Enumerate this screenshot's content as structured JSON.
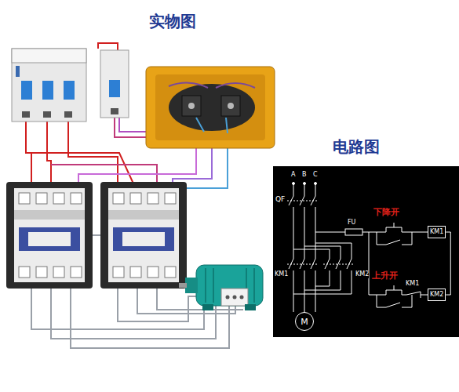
{
  "diagram": {
    "nodes": [
      {
        "text": [
          "KM1"
        ]
      },
      {
        "text": [
          "KM2"
        ]
      },
      {
        "text": [
          "M"
        ]
      }
    ],
    "edges": [
      {
        "from": 0,
        "to": 1,
        "arrow": "none"
      }
    ],
    "labels": [
      "实物图",
      "电路图",
      "QF",
      "A",
      "B",
      "C",
      "FU",
      "下降开",
      "KM1",
      "KM2",
      "上升开",
      "KM1"
    ]
  }
}
